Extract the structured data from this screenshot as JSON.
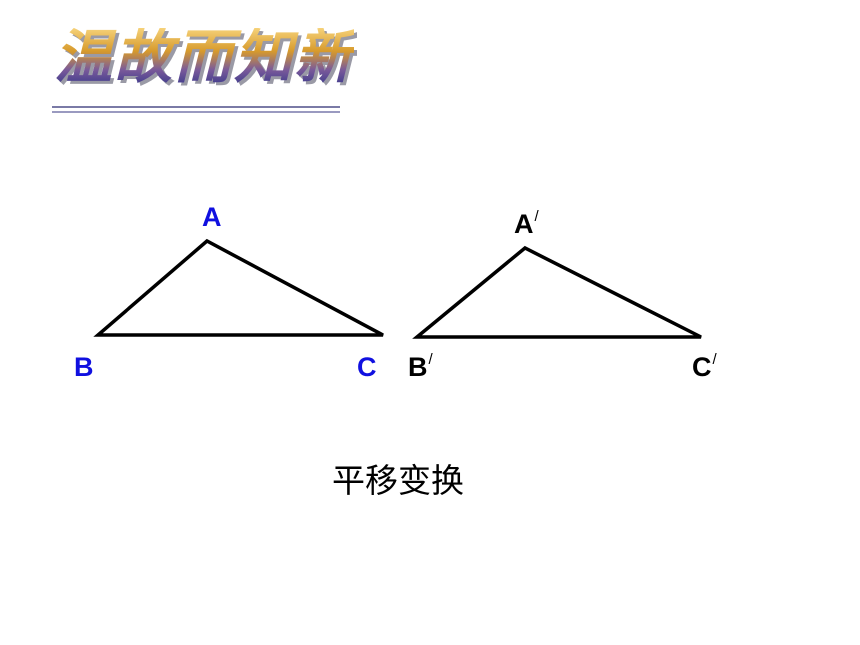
{
  "title": "温故而知新",
  "colors": {
    "original_labels": "#1010e0",
    "image_labels": "#000000",
    "lines": "#000000"
  },
  "triangle_original": {
    "a": "A",
    "b": "B",
    "c": "C"
  },
  "triangle_image": {
    "a": "A",
    "b": "B",
    "c": "C",
    "prime": "/"
  },
  "caption": "平移变换"
}
